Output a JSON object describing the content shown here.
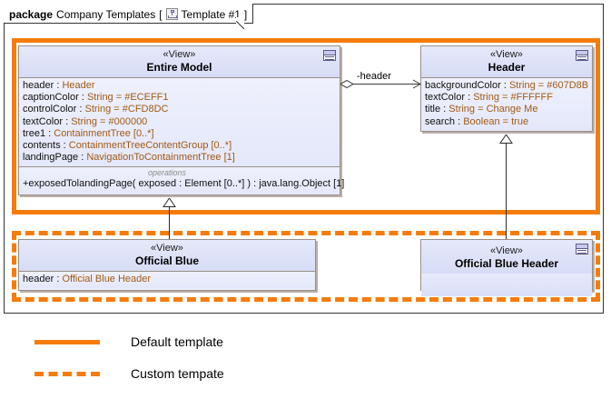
{
  "package": {
    "keyword": "package",
    "name": "Company Templates",
    "bracket_open": "[",
    "bracket_close": "]",
    "diagram_name": "Template #1",
    "diagram_icon": "class-diagram-icon"
  },
  "colors": {
    "highlight": "#f57c0a",
    "class_border": "#9a8f86",
    "class_header_fill": "#dadffa",
    "class_body_fill": "#e9ecfb",
    "type_text": "#a05a14",
    "frame_border": "#333333"
  },
  "classes": {
    "entire_model": {
      "stereotype": "«View»",
      "name": "Entire Model",
      "icon": "view-icon",
      "attributes": [
        {
          "name": "header",
          "sep": " : ",
          "type": "Header"
        },
        {
          "name": "captionColor",
          "sep": " : ",
          "type": "String = #ECEFF1"
        },
        {
          "name": "controlColor",
          "sep": " : ",
          "type": "String = #CFD8DC"
        },
        {
          "name": "textColor",
          "sep": " : ",
          "type": "String = #000000"
        },
        {
          "name": "tree1",
          "sep": " : ",
          "type": "ContainmentTree [0..*]"
        },
        {
          "name": "contents",
          "sep": " : ",
          "type": "ContainmentTreeContentGroup [0..*]"
        },
        {
          "name": "landingPage",
          "sep": " : ",
          "type": "NavigationToContainmentTree [1]"
        }
      ],
      "operations_label": "operations",
      "operations": [
        {
          "text": "+exposedTolandingPage( exposed : Element [0..*] ) : java.lang.Object [1]"
        }
      ]
    },
    "header": {
      "stereotype": "«View»",
      "name": "Header",
      "icon": "view-icon",
      "attributes": [
        {
          "name": "backgroundColor",
          "sep": " : ",
          "type": "String = #607D8B"
        },
        {
          "name": "textColor",
          "sep": " : ",
          "type": "String = #FFFFFF"
        },
        {
          "name": "title",
          "sep": " : ",
          "type": "String = Change Me"
        },
        {
          "name": "search",
          "sep": " : ",
          "type": "Boolean = true"
        }
      ]
    },
    "official_blue": {
      "stereotype": "«View»",
      "name": "Official Blue",
      "attributes": [
        {
          "name": "header",
          "sep": " : ",
          "type": "Official Blue Header"
        }
      ]
    },
    "official_blue_header": {
      "stereotype": "«View»",
      "name": "Official Blue Header",
      "icon": "view-icon",
      "attributes": []
    }
  },
  "connectors": {
    "association_label": "-header",
    "association_kind": "aggregation-arrow",
    "generalization_left": "official-blue-to-entire-model",
    "generalization_right": "official-blue-header-to-header"
  },
  "legend": {
    "items": [
      {
        "style": "solid",
        "label": "Default template"
      },
      {
        "style": "dashed",
        "label": "Custom tempate"
      }
    ]
  }
}
